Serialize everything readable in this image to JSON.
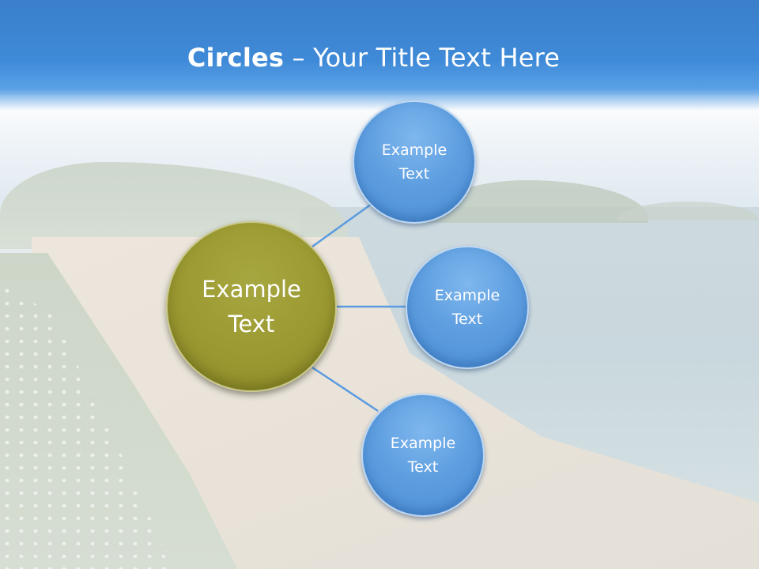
{
  "title": {
    "bold": "Circles",
    "rest": " – Your Title Text Here"
  },
  "diagram": {
    "center": {
      "label": "Example\nText",
      "color": "#9c9a32"
    },
    "nodes": [
      {
        "label": "Example\nText",
        "color": "#5f9fe0"
      },
      {
        "label": "Example\nText",
        "color": "#5f9fe0"
      },
      {
        "label": "Example\nText",
        "color": "#5f9fe0"
      }
    ],
    "connector_color": "#5b9be0"
  }
}
